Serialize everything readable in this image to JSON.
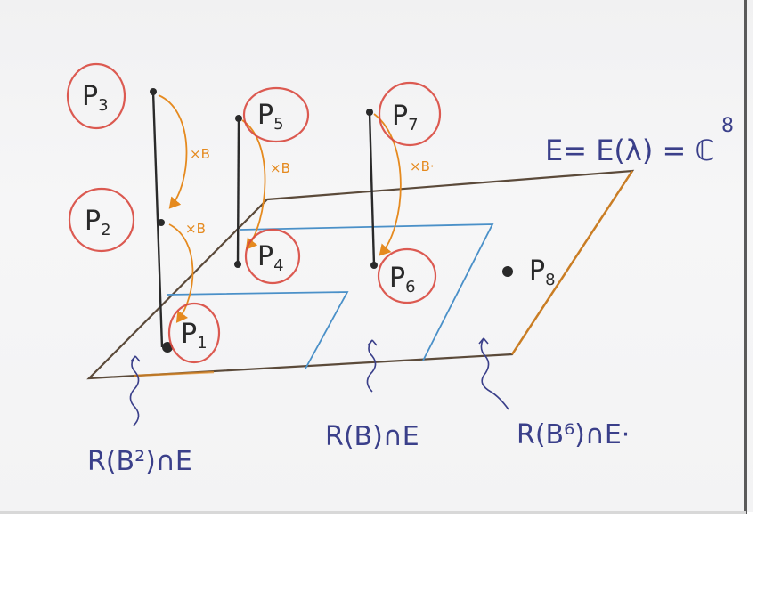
{
  "points": {
    "p1": {
      "label": "P",
      "sub": "1"
    },
    "p2": {
      "label": "P",
      "sub": "2"
    },
    "p3": {
      "label": "P",
      "sub": "3"
    },
    "p4": {
      "label": "P",
      "sub": "4"
    },
    "p5": {
      "label": "P",
      "sub": "5"
    },
    "p6": {
      "label": "P",
      "sub": "6"
    },
    "p7": {
      "label": "P",
      "sub": "7"
    },
    "p8": {
      "label": "P",
      "sub": "8"
    }
  },
  "arrow_labels": {
    "a1": "×B",
    "a2": "×B",
    "a3": "×B",
    "a4": "×B·"
  },
  "equation": {
    "lhs": "E= E(λ) = ℂ",
    "sup": "8"
  },
  "bottom_labels": {
    "left": "R(B²)∩E",
    "middle": "R(B)∩E",
    "right": "R(B⁶)∩E·"
  },
  "colors": {
    "ink_black": "#2a2a2a",
    "ink_blue": "#3a3f8a",
    "circle_red": "#d9493f",
    "arrow_orange": "#e58a1f",
    "plane_blue": "#4a90c8",
    "plane_brown": "#5b4a3a"
  }
}
